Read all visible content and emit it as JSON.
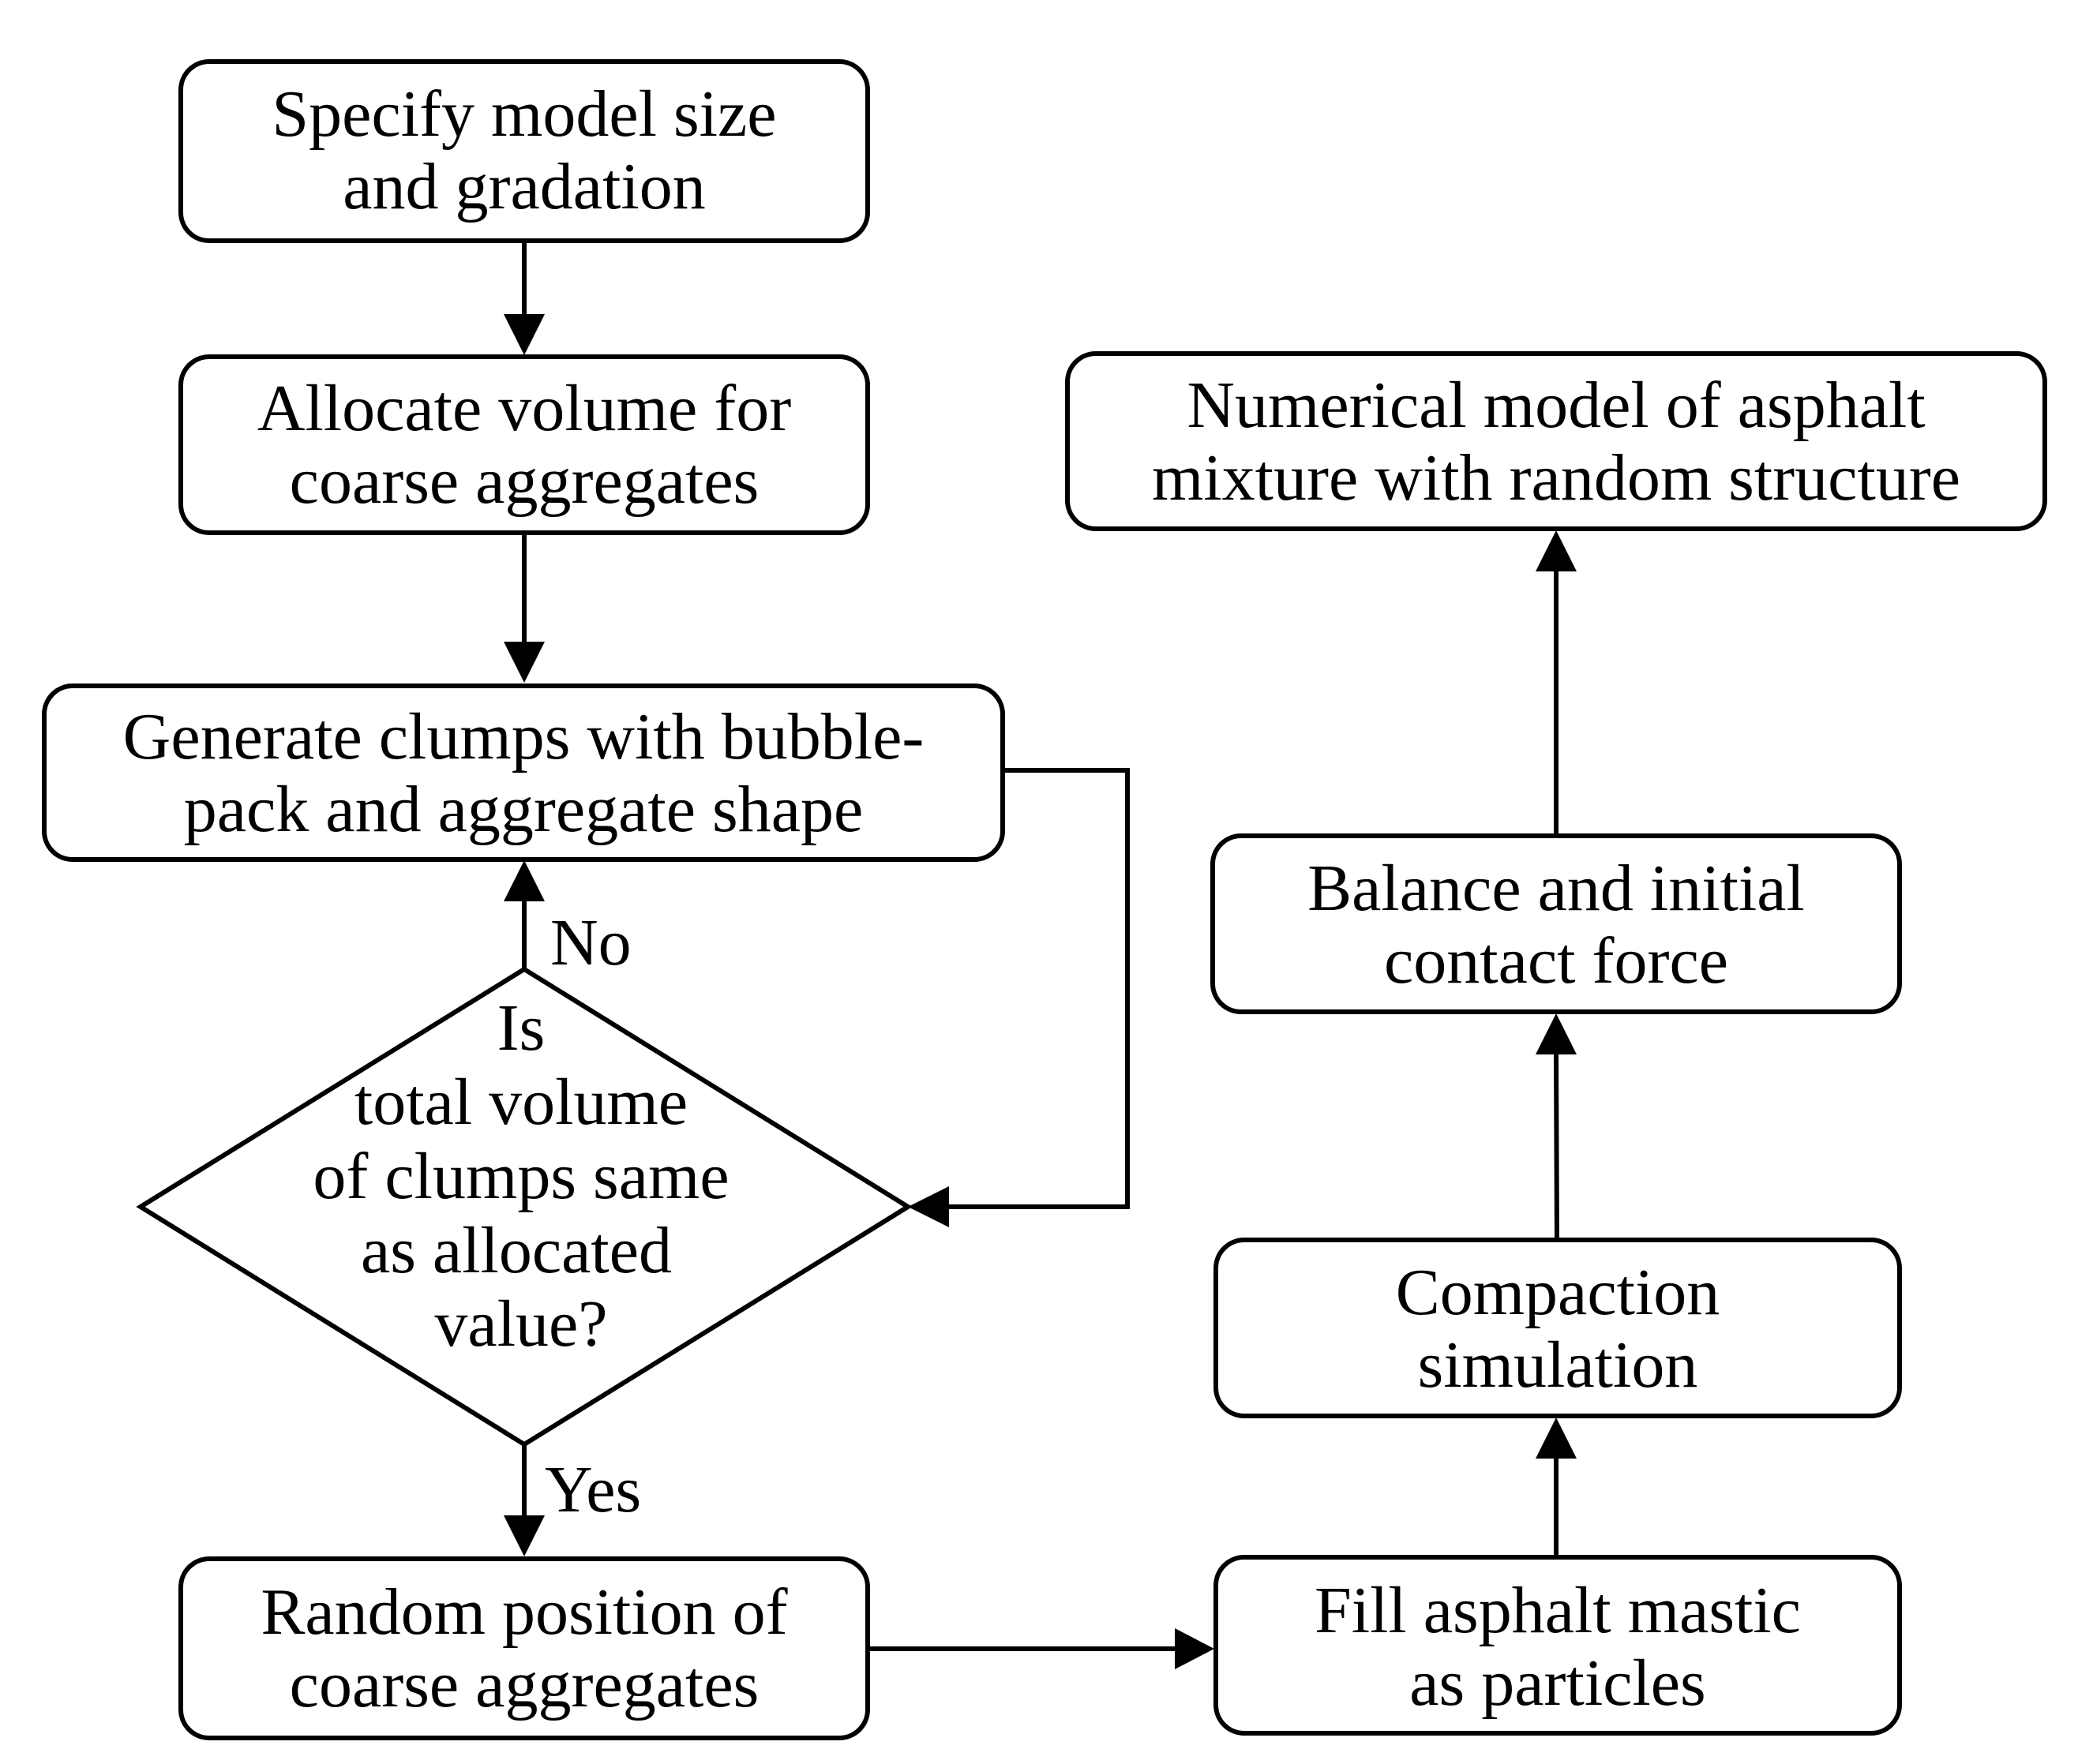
{
  "nodes": {
    "specify": [
      "Specify model size",
      "and gradation"
    ],
    "allocate": [
      "Allocate volume for",
      "coarse aggregates"
    ],
    "generate": [
      "Generate clumps with bubble-",
      "pack and aggregate shape"
    ],
    "decision": [
      "Is",
      "total volume",
      "of clumps same",
      "as allocated",
      "value?"
    ],
    "random_position": [
      "Random position of",
      "coarse aggregates"
    ],
    "fill_mastic": [
      "Fill asphalt mastic",
      "as particles"
    ],
    "compaction": [
      "Compaction",
      "simulation"
    ],
    "balance": [
      "Balance and initial",
      "contact force"
    ],
    "numerical_model": [
      "Numerical model of asphalt",
      "mixture with random structure"
    ]
  },
  "edge_labels": {
    "no": "No",
    "yes": "Yes"
  }
}
